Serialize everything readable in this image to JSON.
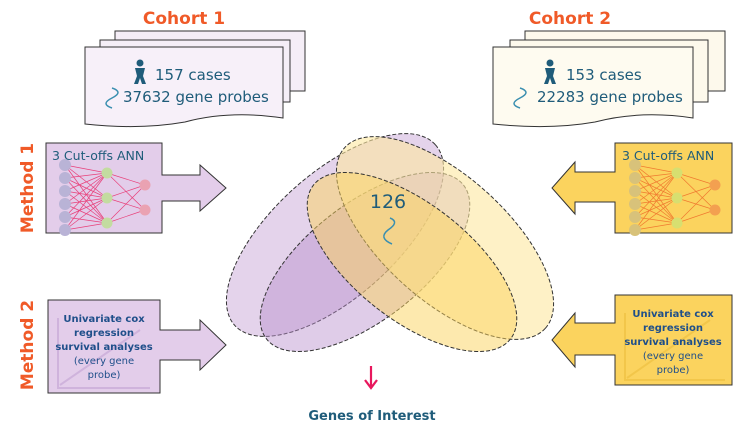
{
  "colors": {
    "accent": "#f05a28",
    "text": "#1f5c7a",
    "purple": "#c9a8d8",
    "yellow": "#fbd35e",
    "arrow_down": "#e8175d"
  },
  "cohort1": {
    "title": "Cohort 1",
    "cases": "157 cases",
    "probes": "37632 gene probes",
    "icons": [
      "person-icon",
      "dna-icon"
    ]
  },
  "cohort2": {
    "title": "Cohort 2",
    "cases": "153 cases",
    "probes": "22283 gene probes",
    "icons": [
      "person-icon",
      "dna-icon"
    ]
  },
  "method1": {
    "label": "Method 1",
    "box_title": "3 Cut-offs ANN"
  },
  "method2": {
    "label": "Method 2",
    "lines": [
      "Univariate cox",
      "regression",
      "survival analyses",
      "(every gene",
      "probe)"
    ]
  },
  "venn": {
    "intersection": "126"
  },
  "output": {
    "label": "Genes of Interest"
  }
}
